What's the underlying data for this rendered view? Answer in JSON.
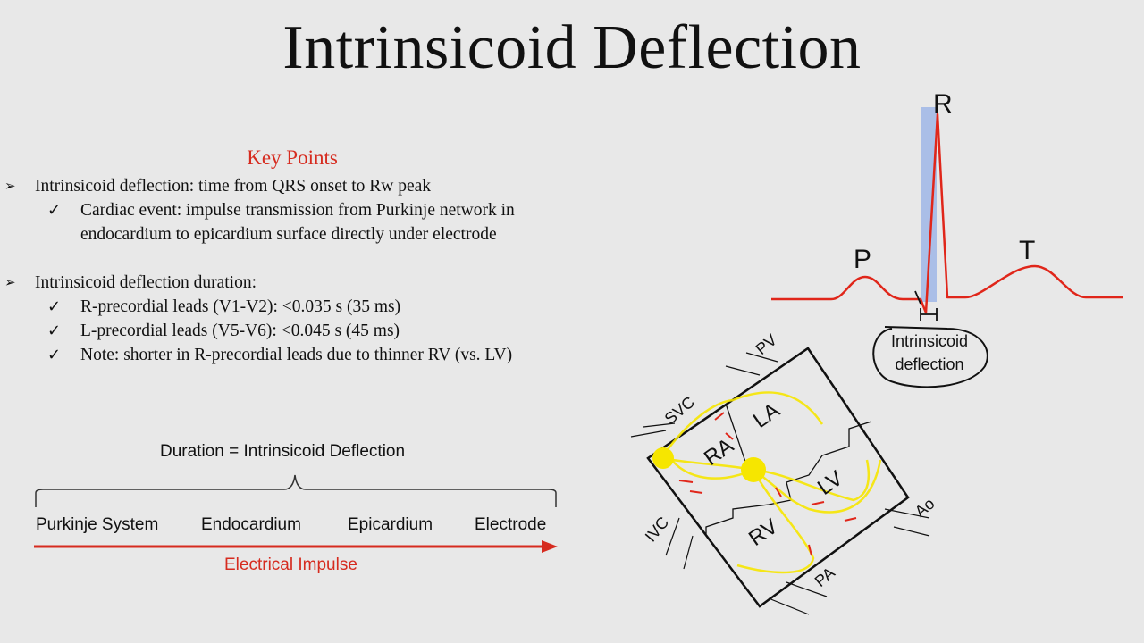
{
  "title": "Intrinsicoid Deflection",
  "key_points": {
    "heading": "Key Points",
    "bullet1": "Intrinsicoid deflection: time from QRS onset to Rw peak",
    "bullet1_check1_line1": "Cardiac event: impulse transmission from Purkinje network in",
    "bullet1_check1_line2": "endocardium to epicardium surface directly under electrode",
    "bullet2": "Intrinsicoid deflection duration:",
    "bullet2_checks": [
      "R-precordial leads (V1-V2): <0.035 s (35 ms)",
      "L-precordial leads (V5-V6): <0.045 s (45 ms)",
      "Note: shorter in R-precordial leads due to thinner RV (vs. LV)"
    ]
  },
  "flow": {
    "brace_label": "Duration = Intrinsicoid Deflection",
    "stages": [
      "Purkinje System",
      "Endocardium",
      "Epicardium",
      "Electrode"
    ],
    "arrow_label": "Electrical Impulse"
  },
  "ecg": {
    "labels": {
      "p": "P",
      "r": "R",
      "t": "T"
    },
    "annotation_line1": "Intrinsicoid",
    "annotation_line2": "deflection"
  },
  "heart": {
    "chambers": [
      "RA",
      "LA",
      "RV",
      "LV"
    ],
    "vessels": [
      "SVC",
      "PV",
      "IVC",
      "Ao",
      "PA"
    ]
  },
  "colors": {
    "accent_red": "#d62b1f",
    "conduction_yellow": "#f6e600",
    "highlight_blue": "#9fb6e6"
  }
}
